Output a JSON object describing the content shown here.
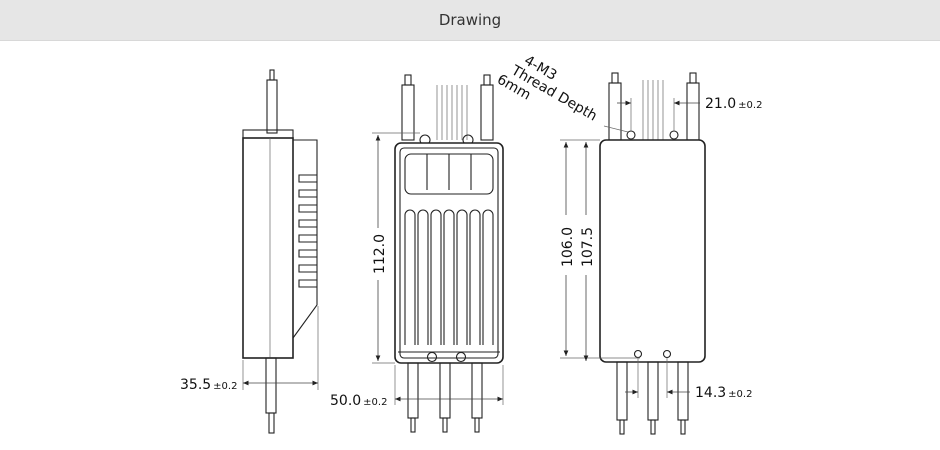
{
  "header": {
    "title": "Drawing"
  },
  "dimensions": {
    "side_width": "35.5",
    "side_width_tol": "±0.2",
    "front_width": "50.0",
    "front_width_tol": "±0.2",
    "front_height": "112.0",
    "back_height_inner": "106.0",
    "back_height_outer": "107.5",
    "hole_spacing_top": "21.0",
    "hole_spacing_top_tol": "±0.2",
    "hole_spacing_bottom": "14.3",
    "hole_spacing_bottom_tol": "±0.2"
  },
  "annotation": {
    "line1": "4-M3",
    "line2": "Thread Depth",
    "line3": "6mm"
  }
}
